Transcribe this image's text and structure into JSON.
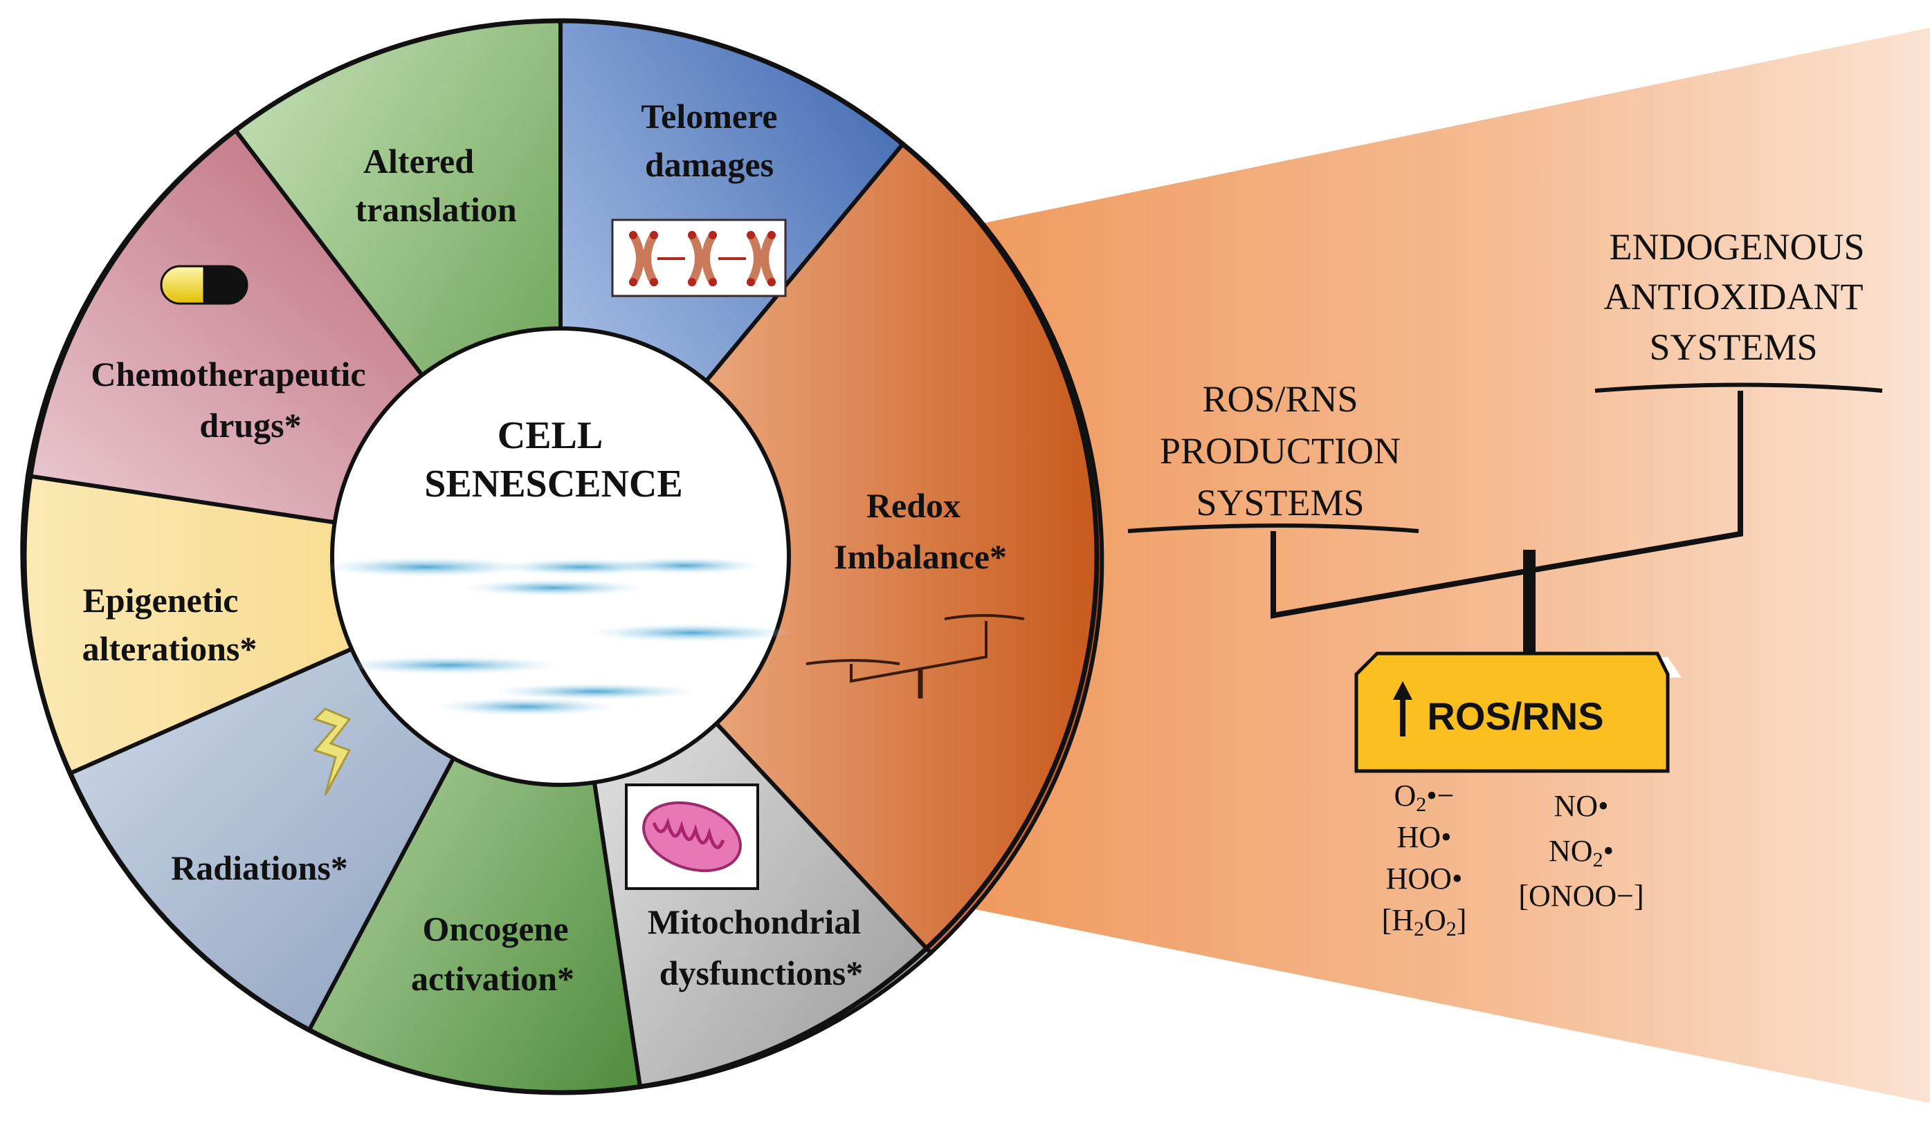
{
  "center": {
    "line1": "CELL",
    "line2": "SENESCENCE"
  },
  "segments": [
    {
      "id": "telomere",
      "lines": [
        "Telomere",
        "damages"
      ],
      "color": "#4a72b6"
    },
    {
      "id": "redox",
      "lines": [
        "Redox",
        "Imbalance*"
      ],
      "color": "#d4692c"
    },
    {
      "id": "mitochondrial",
      "lines": [
        "Mitochondrial",
        "dysfunctions*"
      ],
      "color": "#a8a8a8"
    },
    {
      "id": "oncogene",
      "lines": [
        "Oncogene",
        "activation*"
      ],
      "color": "#5f9a49"
    },
    {
      "id": "radiations",
      "lines": [
        "Radiations*"
      ],
      "color": "#8fa3c0"
    },
    {
      "id": "epigenetic",
      "lines": [
        "Epigenetic",
        "alterations*"
      ],
      "color": "#f2d078"
    },
    {
      "id": "chemo",
      "lines": [
        "Chemotherapeutic",
        "drugs*"
      ],
      "color": "#c26b7c"
    },
    {
      "id": "translation",
      "lines": [
        "Altered",
        "translation"
      ],
      "color": "#6da458"
    }
  ],
  "scale": {
    "left_label": [
      "ROS/RNS",
      "PRODUCTION",
      "SYSTEMS"
    ],
    "right_label": [
      "ENDOGENOUS",
      "ANTIOXIDANT",
      "SYSTEMS"
    ],
    "box_label": "ROS/RNS",
    "box_color": "#fbbf1f",
    "ros_species": {
      "superoxide": {
        "base": "O",
        "sub": "2",
        "suffix": "•−"
      },
      "hydroxyl": "HO•",
      "hydroperoxyl": "HOO•",
      "hydrogen_peroxide": {
        "pre": "[H",
        "sub1": "2",
        "mid": "O",
        "sub2": "2",
        "post": "]"
      }
    },
    "rns_species": {
      "nitric_oxide": "NO•",
      "nitrogen_dioxide": {
        "base": "NO",
        "sub": "2",
        "suffix": "•"
      },
      "peroxynitrite": "[ONOO−]"
    }
  }
}
